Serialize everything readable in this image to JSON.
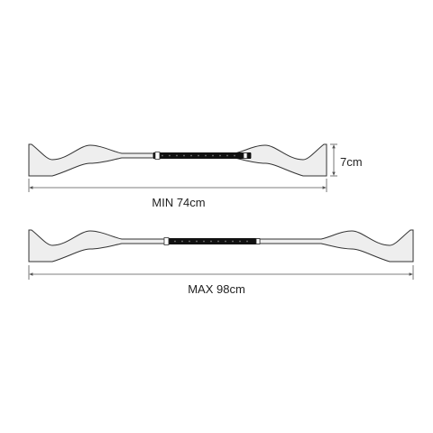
{
  "labels": {
    "min": "MIN 74cm",
    "max": "MAX 98cm",
    "width": "7cm"
  },
  "colors": {
    "fill": "#eeeeee",
    "stroke": "#333333",
    "strap": "#111111",
    "dimension": "#555555"
  }
}
